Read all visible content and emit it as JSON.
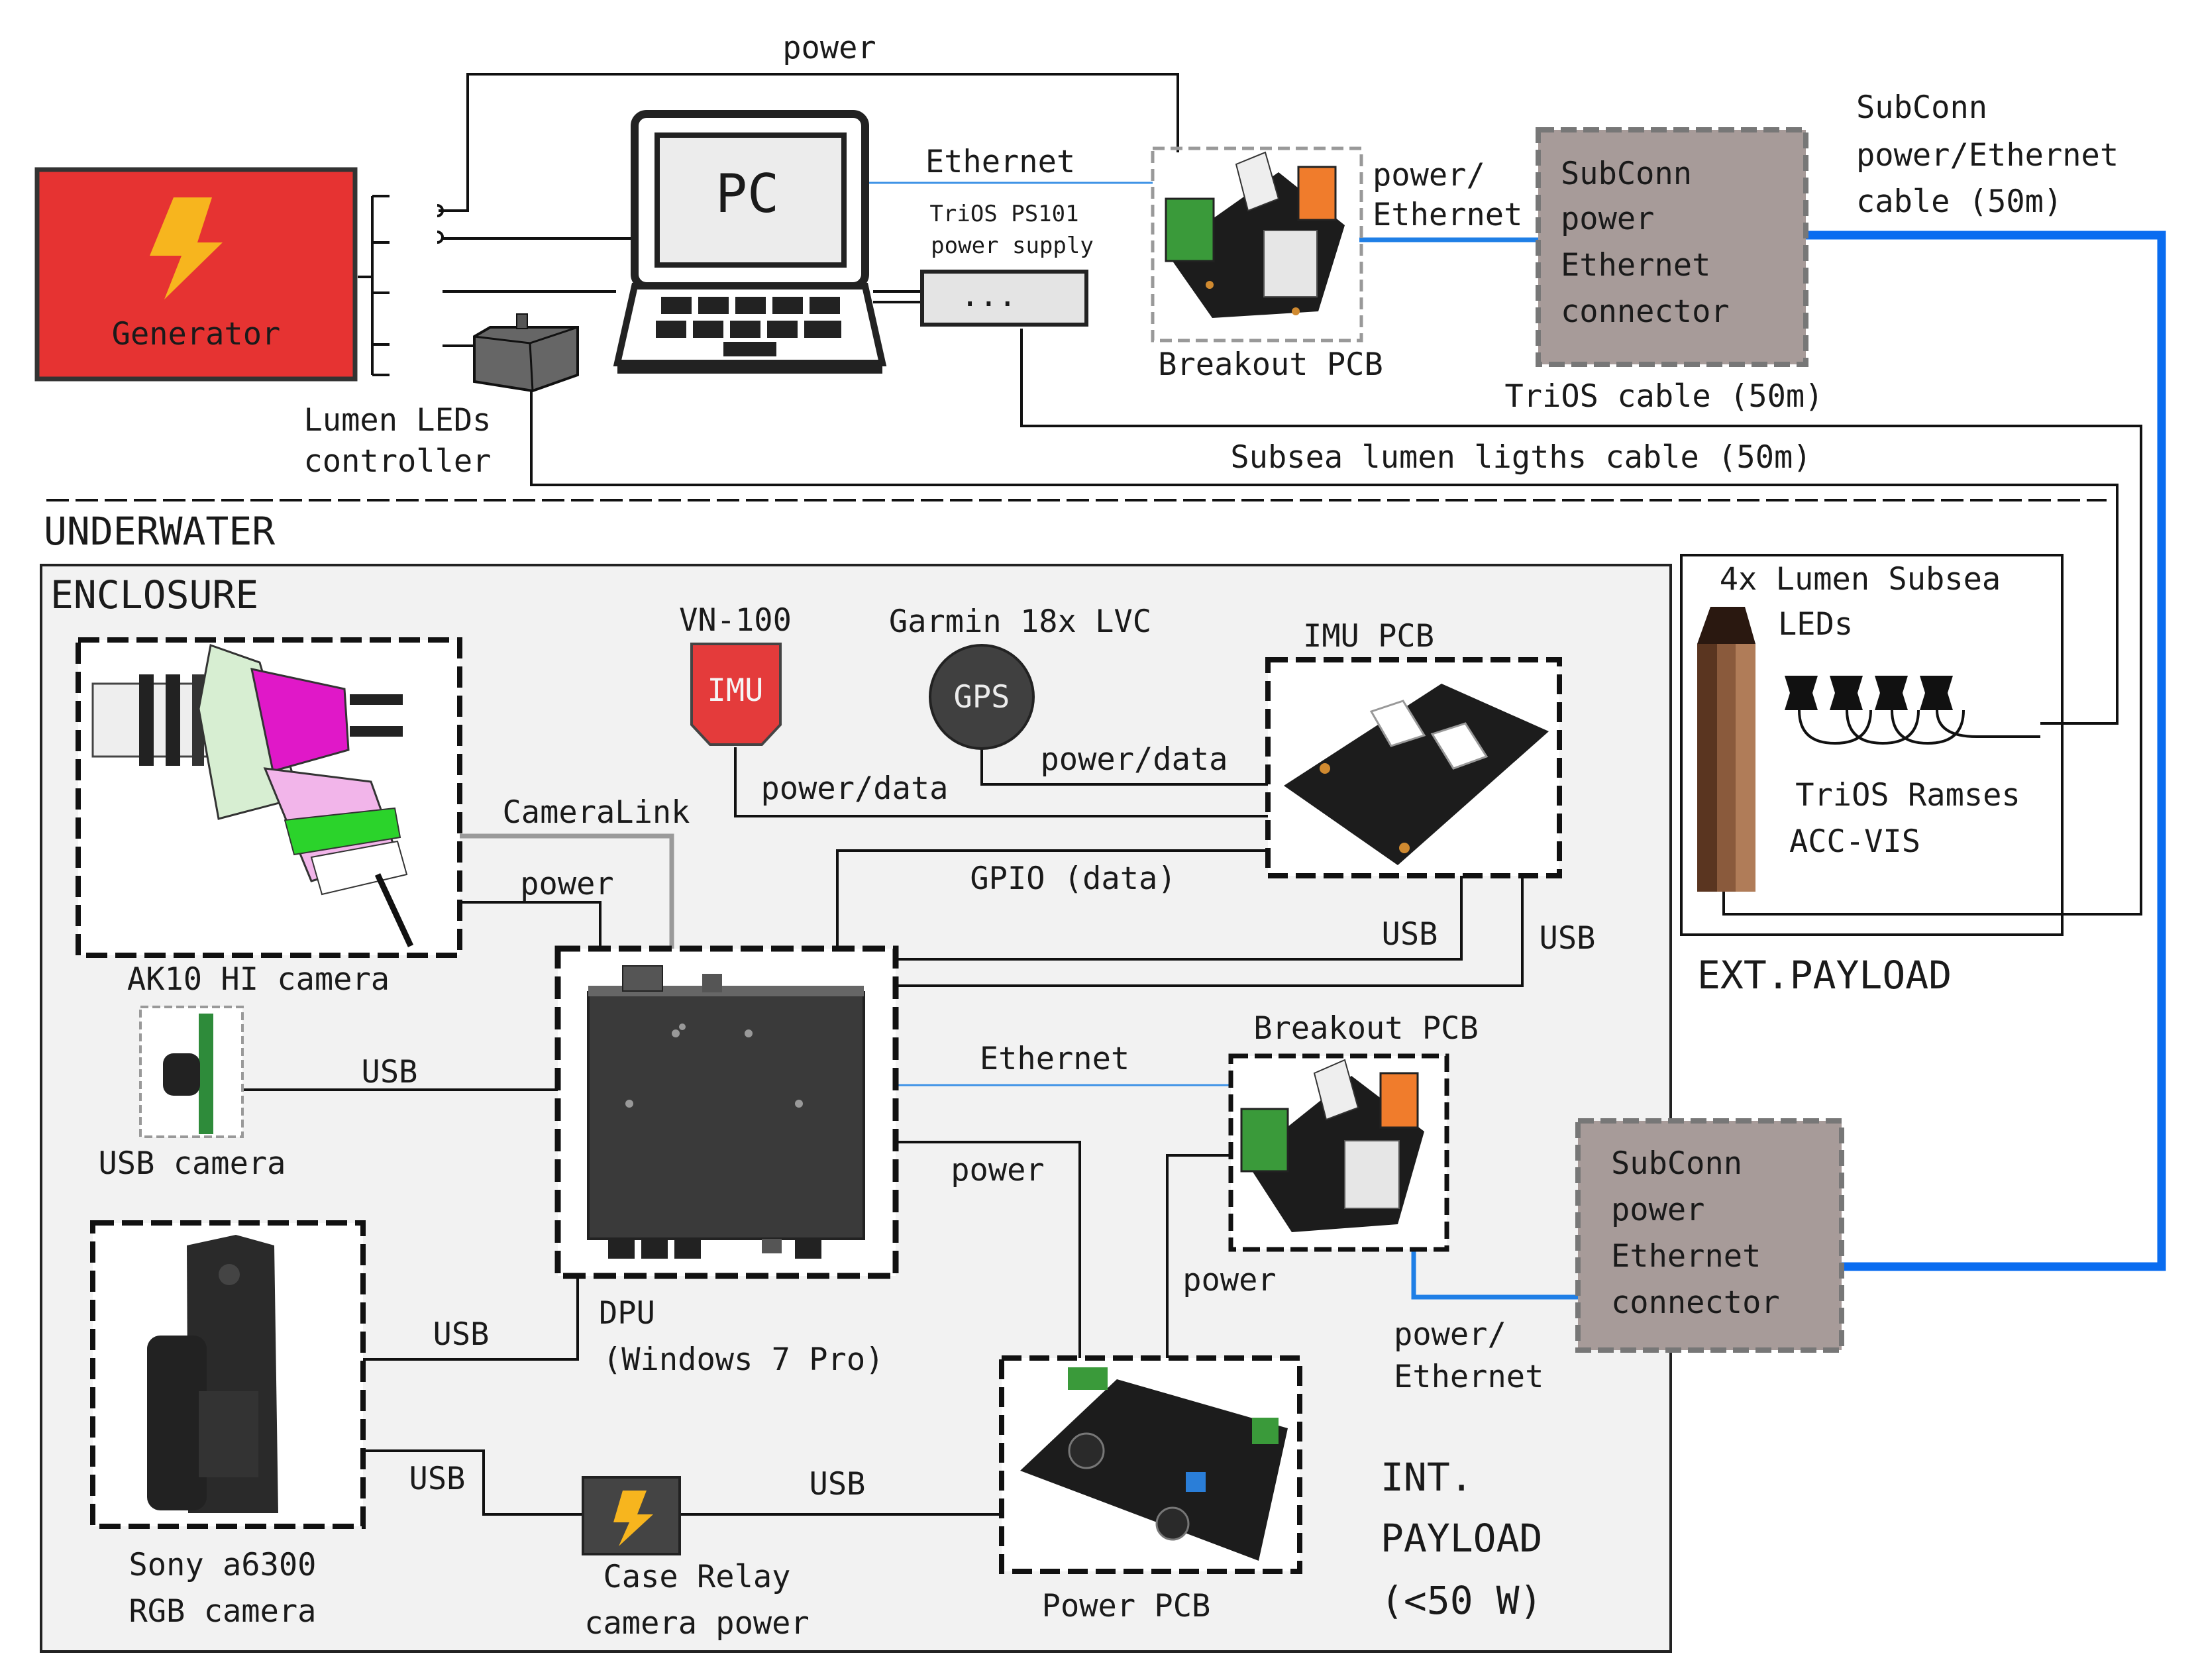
{
  "labels": {
    "power_top": "power",
    "pc": "PC",
    "ethernet_top": "Ethernet",
    "trios_ps_1": "TriOS PS101",
    "trios_ps_2": "power supply",
    "power_ethernet_top_1": "power/",
    "power_ethernet_top_2": "Ethernet",
    "breakout_pcb_top": "Breakout PCB",
    "subconn_top_lines": [
      "SubConn",
      "power",
      "Ethernet",
      "connector"
    ],
    "subconn_cable_lines": [
      "SubConn",
      "power/Ethernet",
      "cable (50m)"
    ],
    "generator": "Generator",
    "lumen_controller_1": "Lumen LEDs",
    "lumen_controller_2": "controller",
    "trios_cable": "TriOS cable (50m)",
    "lumen_cable": "Subsea lumen ligths cable (50m)",
    "underwater": "UNDERWATER",
    "enclosure": "ENCLOSURE",
    "vn100": "VN-100",
    "imu": "IMU",
    "garmin": "Garmin 18x LVC",
    "gps": "GPS",
    "imu_pcb": "IMU PCB",
    "power_data_gps": "power/data",
    "power_data_imu": "power/data",
    "cameralink": "CameraLink",
    "power_camera": "power",
    "gpio": "GPIO (data)",
    "usb_imu_1": "USB",
    "usb_imu_2": "USB",
    "ak10": "AK10 HI camera",
    "usb_cam_link": "USB",
    "usb_camera": "USB camera",
    "ethernet_dpu": "Ethernet",
    "breakout_pcb_int": "Breakout PCB",
    "power_dpu": "power",
    "power_breakout": "power",
    "power_ethernet_int_1": "power/",
    "power_ethernet_int_2": "Ethernet",
    "subconn_int_lines": [
      "SubConn",
      "power",
      "Ethernet",
      "connector"
    ],
    "dpu_1": "DPU",
    "dpu_2": "(Windows 7 Pro)",
    "usb_sony": "USB",
    "usb_sony_2": "USB",
    "usb_relay": "USB",
    "sony_1": "Sony a6300",
    "sony_2": "RGB camera",
    "relay_1": "Case Relay",
    "relay_2": "camera power",
    "power_pcb": "Power PCB",
    "int_payload_lines": [
      "INT.",
      "PAYLOAD",
      "(<50 W)"
    ],
    "lumen_subsea_1": "4x Lumen Subsea",
    "lumen_subsea_2": "LEDs",
    "trios_ramses_1": "TriOS Ramses",
    "trios_ramses_2": "ACC-VIS",
    "ext_payload": "EXT.PAYLOAD",
    "ps_dots": "..."
  },
  "colors": {
    "generator_fill": "#e63332",
    "lightning": "#f7b51e",
    "imu_red": "#e43b3b",
    "subconn_fill": "#a79b99",
    "ethernet_blue": "#0a6cf0",
    "enclosure_fill": "#f2f2f2"
  }
}
